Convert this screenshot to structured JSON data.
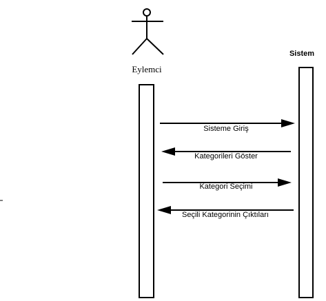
{
  "actor": {
    "label": "Eylemci"
  },
  "system": {
    "label": "Sistem"
  },
  "messages": [
    {
      "label": "Sisteme Giriş",
      "direction": "to-system"
    },
    {
      "label": "Kategorileri Göster",
      "direction": "to-actor"
    },
    {
      "label": "Kategori Seçimi",
      "direction": "to-system"
    },
    {
      "label": "Seçili Kategorinin Çıktıları",
      "direction": "to-actor"
    }
  ]
}
